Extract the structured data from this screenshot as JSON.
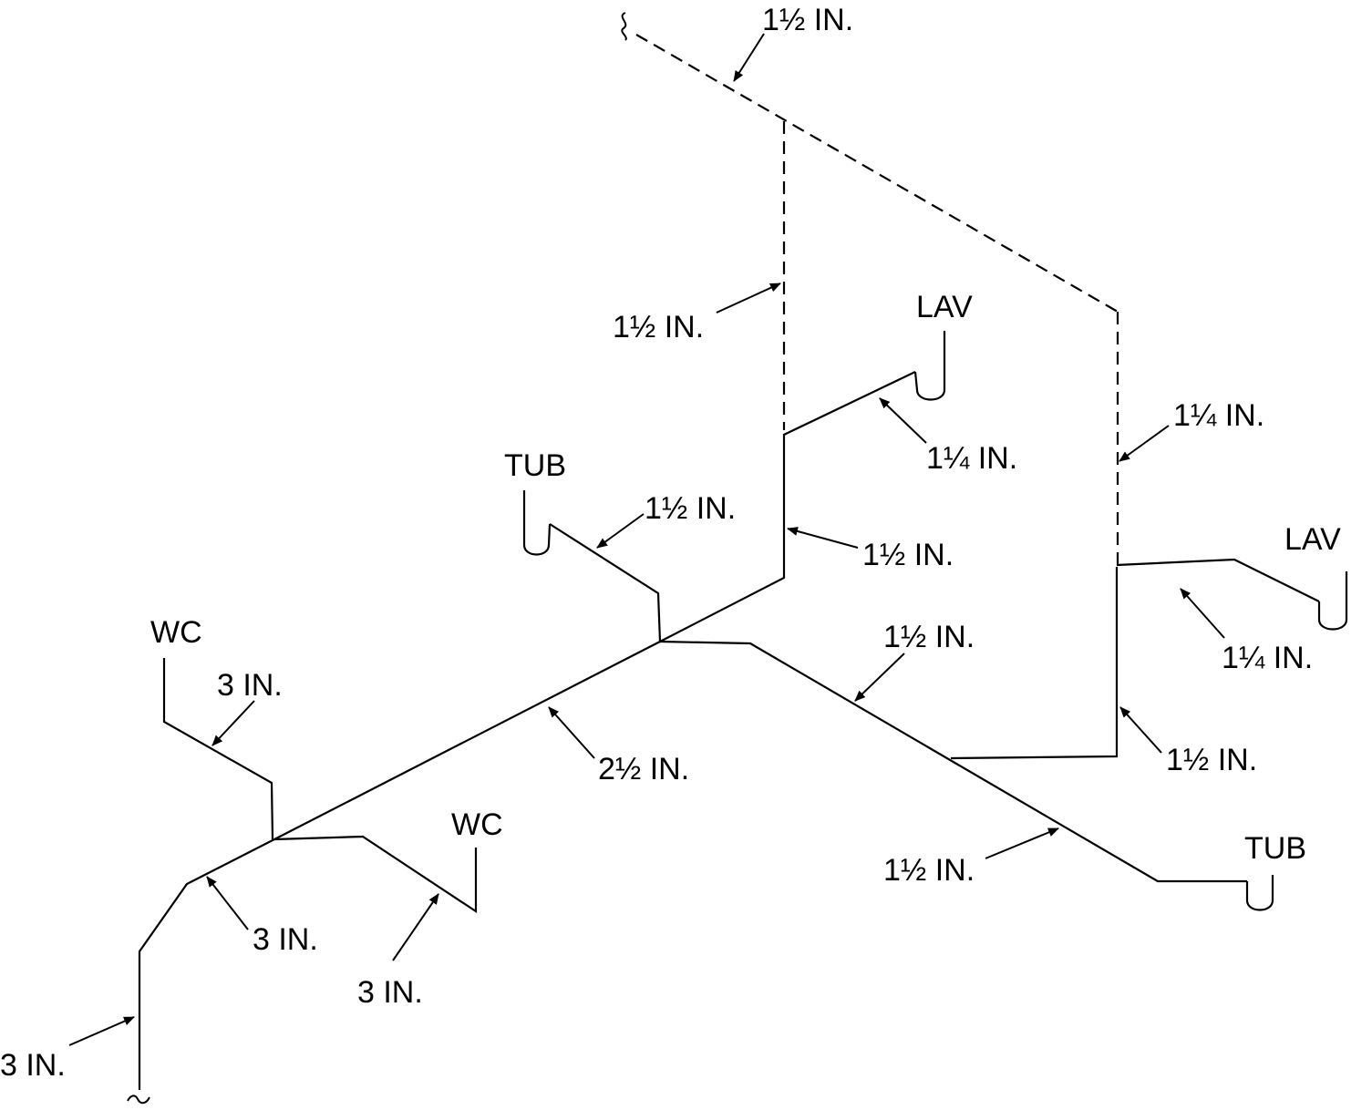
{
  "fixtures": {
    "lav_upper": "LAV",
    "lav_right": "LAV",
    "tub_upper": "TUB",
    "tub_lower": "TUB",
    "wc_left": "WC",
    "wc_bottom": "WC"
  },
  "sizes": {
    "vent_top": "1½ IN.",
    "vent_vertical_left": "1½ IN.",
    "vent_vertical_right": "1¼ IN.",
    "lav_upper_arm": "1¼ IN.",
    "lav_right_arm": "1¼ IN.",
    "tub_upper_arm": "1½ IN.",
    "stack_upper": "1½ IN.",
    "branch_right": "1½ IN.",
    "riser_right": "1½ IN.",
    "tub_lower_arm": "1½ IN.",
    "main_diagonal": "2½ IN.",
    "wc_left_arm": "3 IN.",
    "drain_lower": "3 IN.",
    "wc_bottom_arm": "3 IN.",
    "main_vertical": "3 IN."
  }
}
